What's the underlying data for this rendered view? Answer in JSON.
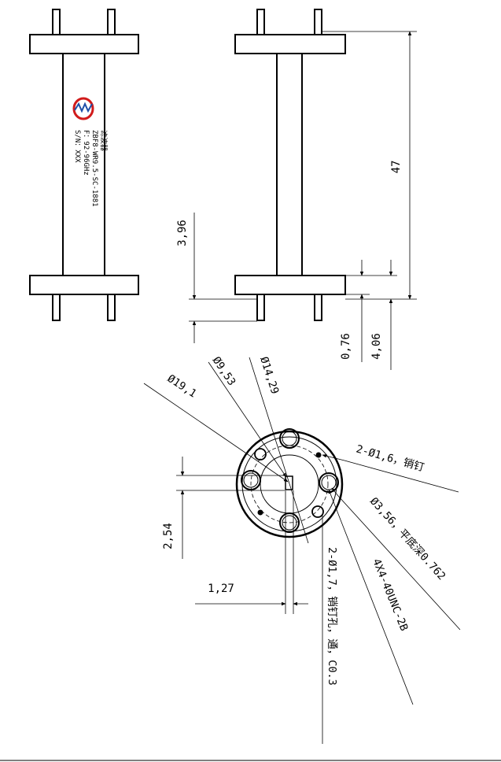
{
  "product_label": {
    "name": "滤波器",
    "model": "ZBF8-WR9.5-SC-1881",
    "freq": "F：92-96GHz",
    "serial": "S/N：XXX"
  },
  "side_view_dims": {
    "length": "47",
    "flange_a": "3,96",
    "flange_b": "0,76",
    "flange_c": "4,06"
  },
  "front_view_dims": {
    "d_outer": "Ø19,1",
    "d_bolt": "Ø9,53",
    "d_mid": "Ø14,29",
    "pin": "2-Ø1,6，销钉",
    "hole": "Ø3,56，平底深0.762",
    "thread": "4X4-40UNC-2B",
    "pinhole": "2-Ø1,7，销钉孔，通，C0.3",
    "waveguide_h": "2,54",
    "waveguide_w": "1,27"
  },
  "colors": {
    "line": "#000000",
    "logo_red": "#d11b1b",
    "logo_blue": "#1e4fa8"
  }
}
